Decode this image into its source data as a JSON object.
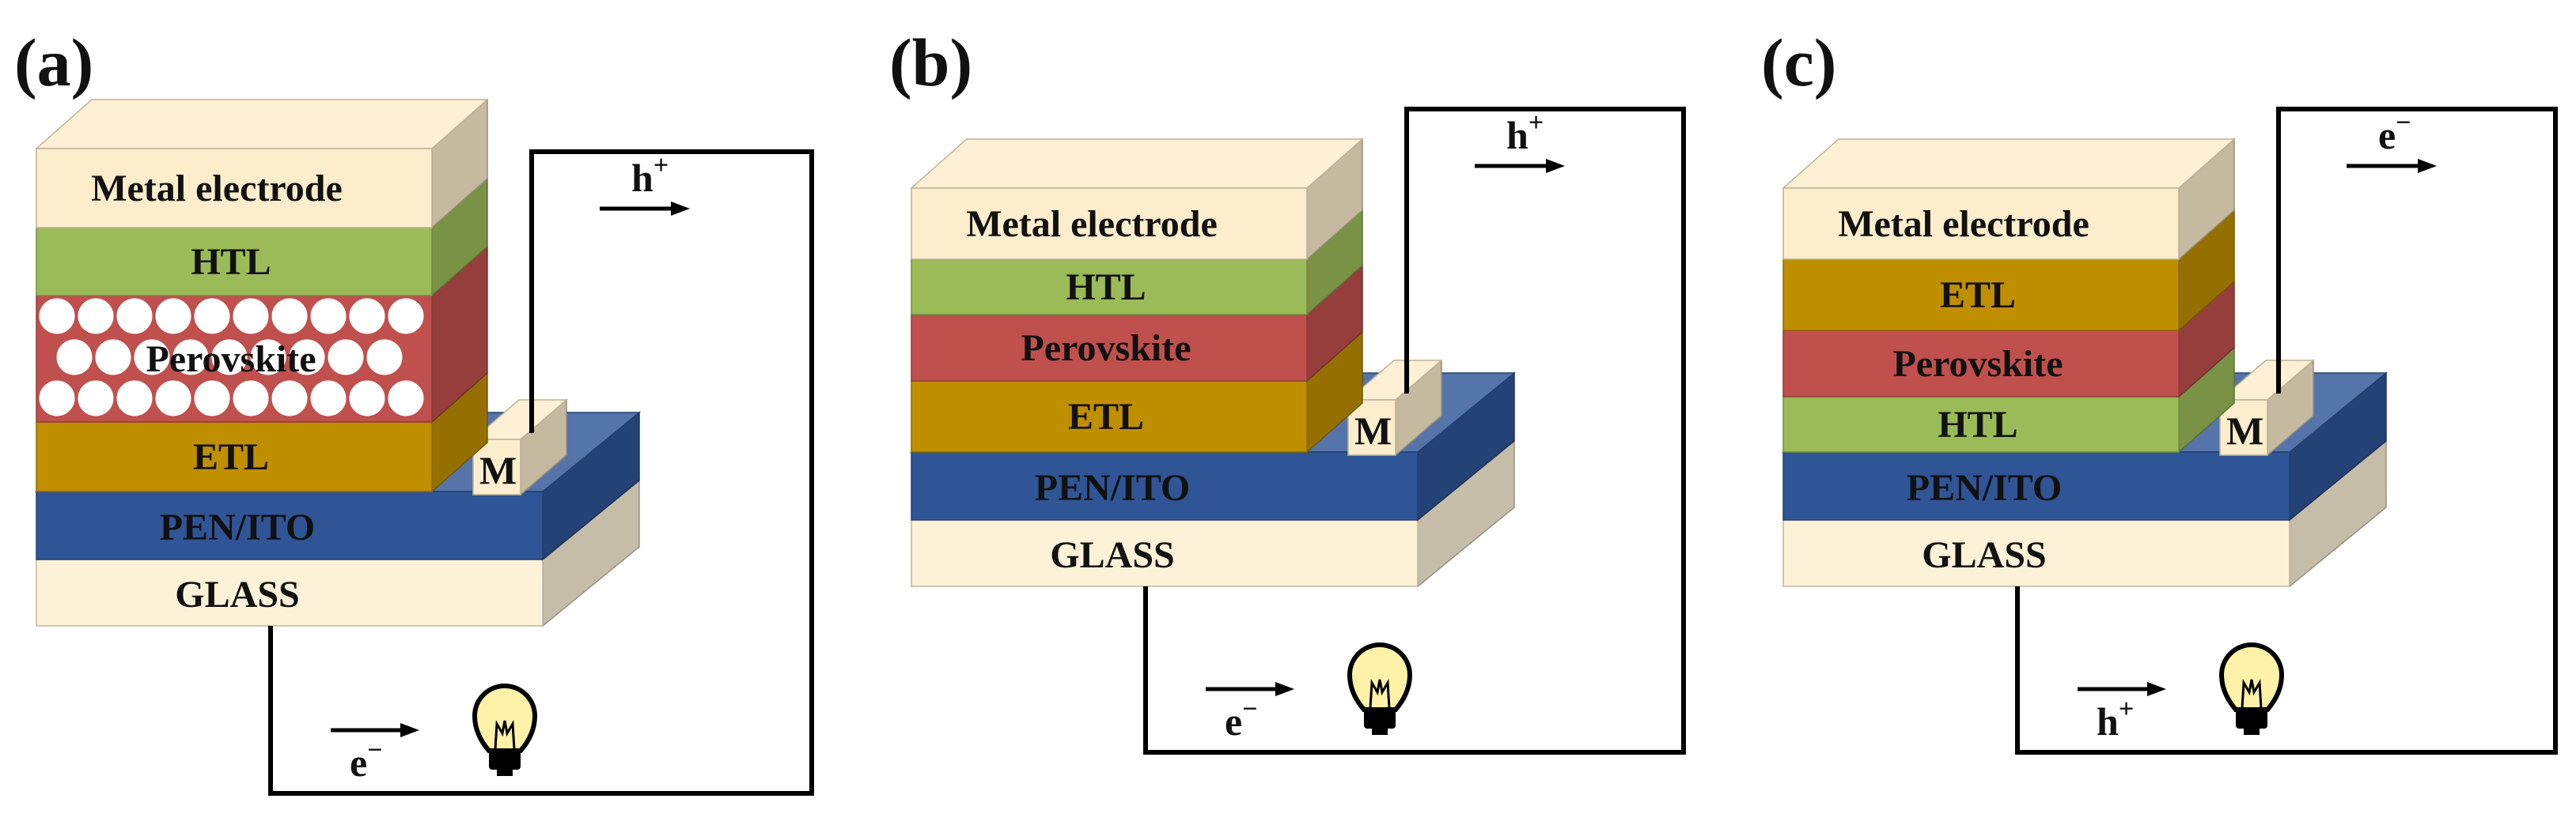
{
  "panels": [
    {
      "id": "a",
      "label": "(a)",
      "has_particles": true,
      "layers": [
        {
          "key": "metal",
          "label": "Metal electrode"
        },
        {
          "key": "htl",
          "label": "HTL"
        },
        {
          "key": "perovskite",
          "label": "Perovskite"
        },
        {
          "key": "etl",
          "label": "ETL"
        },
        {
          "key": "pen",
          "label": "PEN/ITO"
        },
        {
          "key": "glass",
          "label": "GLASS"
        }
      ],
      "m_label": "M",
      "top_carrier": {
        "base": "h",
        "sup": "+"
      },
      "bottom_carrier": {
        "base": "e",
        "sup": "−"
      }
    },
    {
      "id": "b",
      "label": "(b)",
      "has_particles": false,
      "layers": [
        {
          "key": "metal",
          "label": "Metal electrode"
        },
        {
          "key": "htl",
          "label": "HTL"
        },
        {
          "key": "perovskite",
          "label": "Perovskite"
        },
        {
          "key": "etl",
          "label": "ETL"
        },
        {
          "key": "pen",
          "label": "PEN/ITO"
        },
        {
          "key": "glass",
          "label": "GLASS"
        }
      ],
      "m_label": "M",
      "top_carrier": {
        "base": "h",
        "sup": "+"
      },
      "bottom_carrier": {
        "base": "e",
        "sup": "−"
      }
    },
    {
      "id": "c",
      "label": "(c)",
      "has_particles": false,
      "layers": [
        {
          "key": "metal",
          "label": "Metal electrode"
        },
        {
          "key": "etl",
          "label": "ETL"
        },
        {
          "key": "perovskite",
          "label": "Perovskite"
        },
        {
          "key": "htl",
          "label": "HTL"
        },
        {
          "key": "pen",
          "label": "PEN/ITO"
        },
        {
          "key": "glass",
          "label": "GLASS"
        }
      ],
      "m_label": "M",
      "top_carrier": {
        "base": "e",
        "sup": "−"
      },
      "bottom_carrier": {
        "base": "h",
        "sup": "+"
      }
    }
  ],
  "colors": {
    "metal": "#fcedcc",
    "htl": "#9bbb59",
    "perovskite": "#c0504d",
    "etl": "#bf8f00",
    "pen": "#2f5597",
    "glass": "#fdf2d8",
    "electrode_m": "#fcedcc",
    "wire": "#000000",
    "bulb_glass": "#fff2a8",
    "bulb_base": "#000000"
  },
  "icons": {
    "load": "light-bulb-icon",
    "flow": "arrow-right-icon"
  }
}
